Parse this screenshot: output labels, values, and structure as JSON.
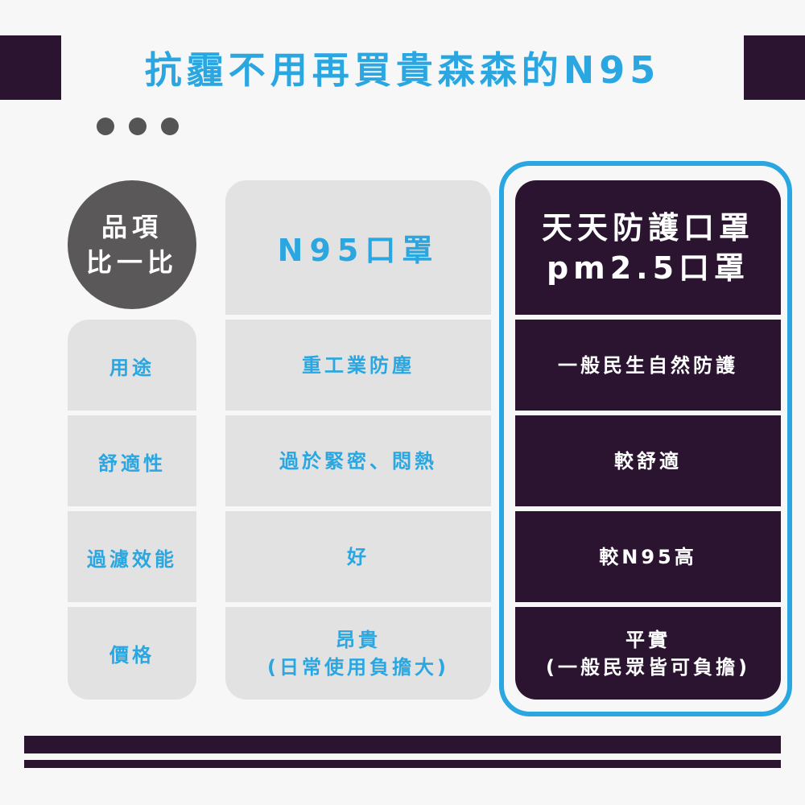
{
  "title": "抗霾不用再買貴森森的N95",
  "header": {
    "item_line1": "品項",
    "item_line2": "比一比",
    "n95": "N95口罩",
    "ours_line1": "天天防護口罩",
    "ours_line2": "pm2.5口罩"
  },
  "rows": [
    {
      "label": "用途",
      "n95": [
        "重工業防塵"
      ],
      "ours": [
        "一般民生自然防護"
      ]
    },
    {
      "label": "舒適性",
      "n95": [
        "過於緊密、悶熱"
      ],
      "ours": [
        "較舒適"
      ]
    },
    {
      "label": "過濾效能",
      "n95": [
        "好"
      ],
      "ours": [
        "較N95高"
      ]
    },
    {
      "label": "價格",
      "n95": [
        "昂貴",
        "(日常使用負擔大)"
      ],
      "ours": [
        "平實",
        "(一般民眾皆可負擔)"
      ]
    }
  ],
  "colors": {
    "accent_blue": "#2aa6e0",
    "dark_purple": "#2a1430",
    "light_gray": "#e2e2e3",
    "circle_gray": "#5a5859"
  }
}
